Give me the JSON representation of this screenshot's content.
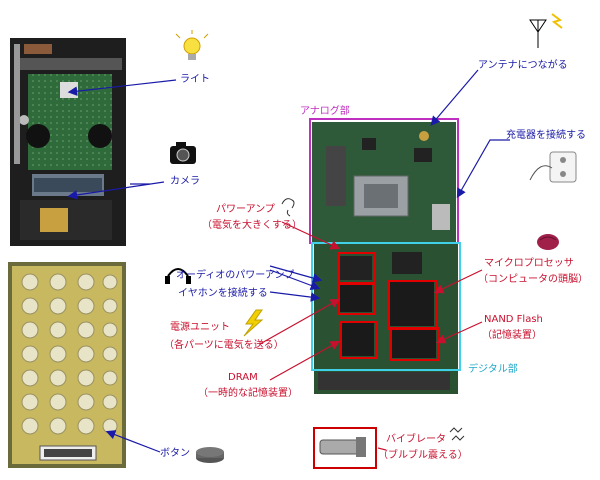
{
  "colors": {
    "annotation_blue": "#1a1aa8",
    "annotation_red": "#c8102e",
    "analog_border": "#c030c0",
    "digital_border": "#40d0e8",
    "chip_outline": "#e00000"
  },
  "labels": {
    "light": "ライト",
    "camera": "カメラ",
    "button": "ボタン",
    "antenna": "アンテナにつながる",
    "charger": "充電器を接続する",
    "analog_section": "アナログ部",
    "digital_section": "デジタル部",
    "power_amp_title": "パワーアンプ",
    "power_amp_desc": "（電気を大きくする）",
    "audio_amp": "オーディオのパワーアンプ",
    "earphone": "イヤホンを接続する",
    "power_unit_title": "電源ユニット",
    "power_unit_desc": "（各パーツに電気を送る）",
    "dram_title": "DRAM",
    "dram_desc": "（一時的な記憶装置）",
    "microprocessor_title": "マイクロプロセッサ",
    "microprocessor_desc": "（コンピュータの頭脳）",
    "nand_title": "NAND Flash",
    "nand_desc": "（記憶装置）",
    "vibrator_title": "バイブレータ",
    "vibrator_desc": "（ブルブル震える）"
  },
  "icons": [
    "lightbulb-icon",
    "camera-icon",
    "antenna-icon",
    "plug-outlet-icon",
    "brain-icon",
    "headphone-icon",
    "lightning-icon",
    "button-icon",
    "vibration-icon",
    "hand-icon"
  ]
}
